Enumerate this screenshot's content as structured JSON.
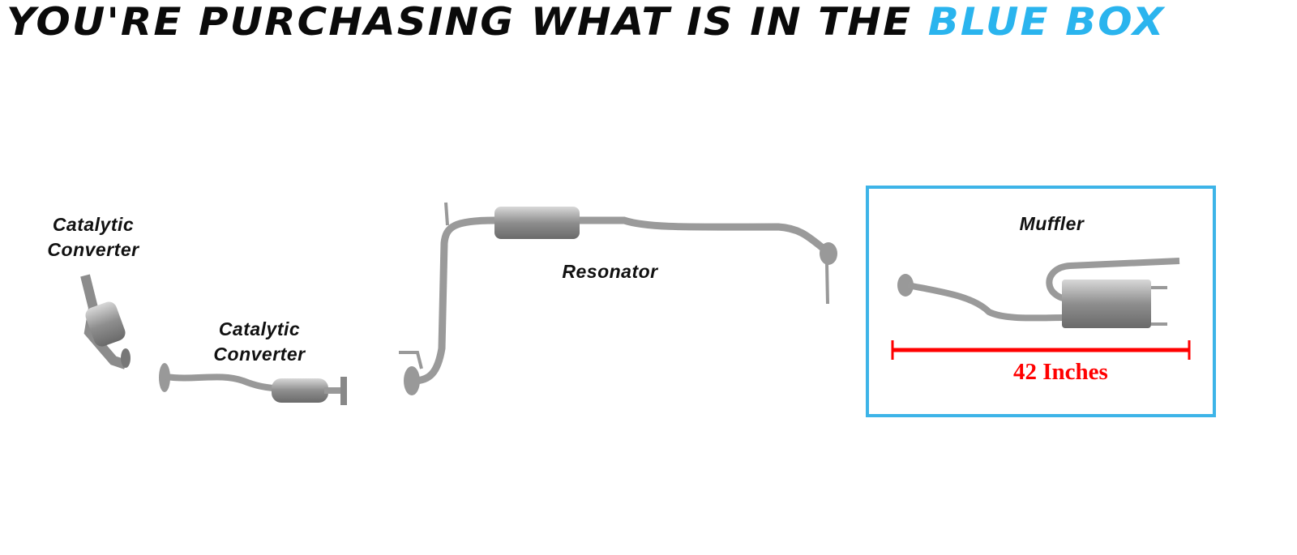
{
  "header": {
    "title_prefix": "YOU'RE PURCHASING WHAT IS IN THE",
    "title_highlight": "BLUE BOX",
    "highlight_color": "#2ab4ee"
  },
  "parts": [
    {
      "label_line1": "Catalytic",
      "label_line2": "Converter"
    },
    {
      "label_line1": "Catalytic",
      "label_line2": "Converter"
    },
    {
      "label": "Resonator"
    },
    {
      "label": "Muffler",
      "dimension": "42 Inches",
      "selected": true
    }
  ],
  "colors": {
    "box_border": "#3db4e8",
    "dimension": "#ff0000",
    "pipe": "#9a9a9a"
  }
}
